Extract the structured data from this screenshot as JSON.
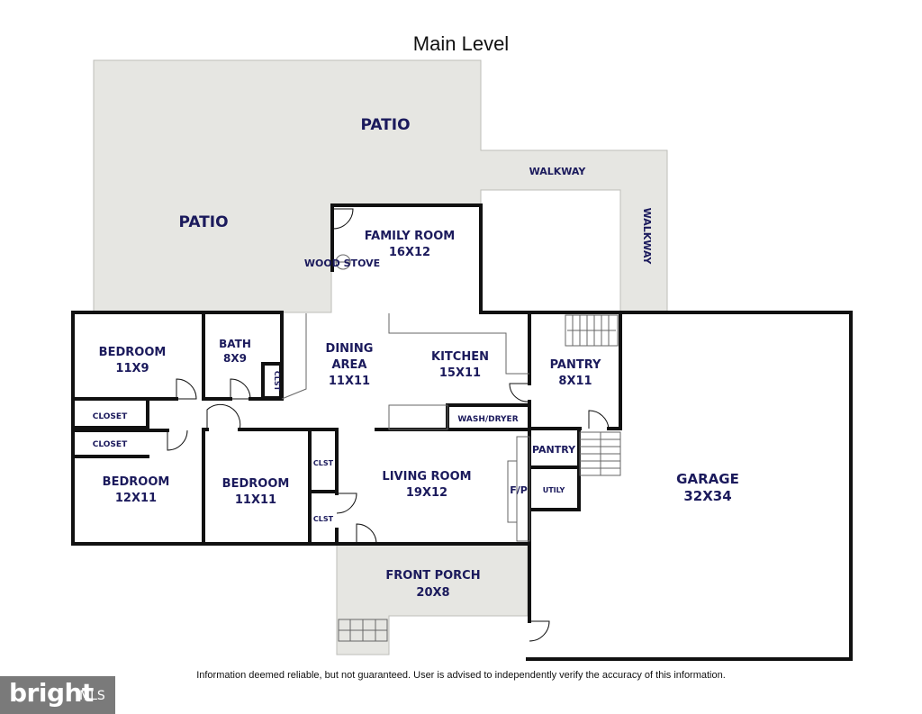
{
  "title": "Main Level",
  "disclaimer": "Information deemed reliable, but not guaranteed.  User is advised to independently verify the accuracy of this information.",
  "logo": {
    "brand": "bright",
    "suffix": "MLS"
  },
  "labels": {
    "patio_top": "PATIO",
    "patio_left": "PATIO",
    "walkway_h": "WALKWAY",
    "walkway_v": "WALKWAY",
    "family_room_name": "FAMILY ROOM",
    "family_room_dim": "16X12",
    "wood_stove": "WOOD STOVE",
    "bedroom1_name": "BEDROOM",
    "bedroom1_dim": "11X9",
    "bath_name": "BATH",
    "bath_dim": "8X9",
    "clst_bath": "CLST",
    "dining_name1": "DINING",
    "dining_name2": "AREA",
    "dining_dim": "11X11",
    "kitchen_name": "KITCHEN",
    "kitchen_dim": "15X11",
    "pantry1_name": "PANTRY",
    "pantry1_dim": "8X11",
    "washdryer": "WASH/DRYER",
    "closet1": "CLOSET",
    "closet2": "CLOSET",
    "bedroom2_name": "BEDROOM",
    "bedroom2_dim": "12X11",
    "bedroom3_name": "BEDROOM",
    "bedroom3_dim": "11X11",
    "clst1": "CLST",
    "clst2": "CLST",
    "living_name": "LIVING ROOM",
    "living_dim": "19X12",
    "fp": "F/P",
    "pantry2_name": "PANTRY",
    "utility": "UTILY",
    "garage_name": "GARAGE",
    "garage_dim": "32X34",
    "porch_name": "FRONT PORCH",
    "porch_dim": "20X8"
  },
  "colors": {
    "outdoor_fill": "#e6e6e2",
    "wall": "#111111",
    "label": "#1b1a5c"
  }
}
